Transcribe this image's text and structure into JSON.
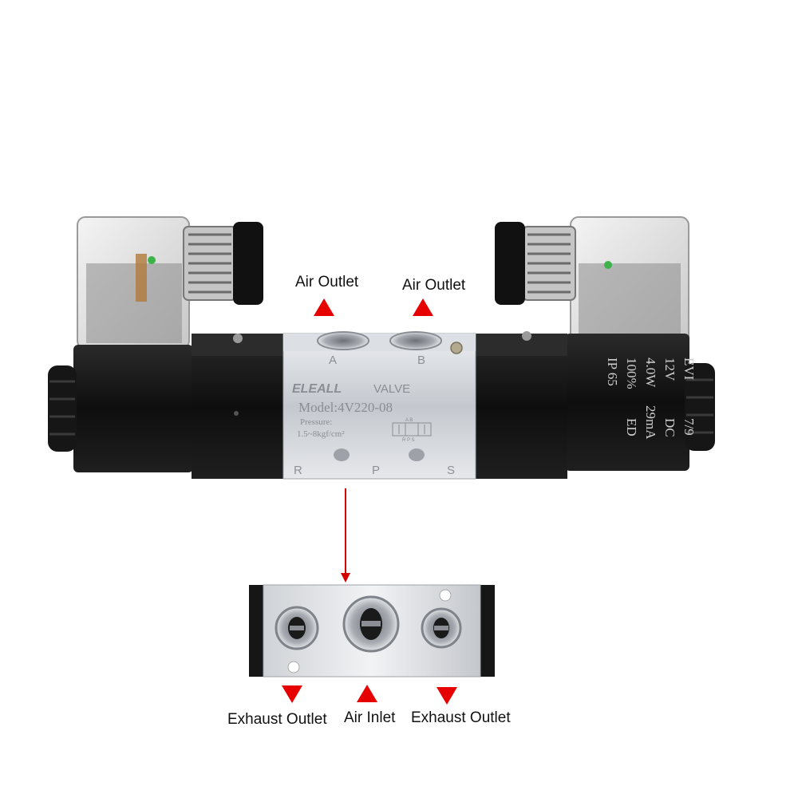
{
  "valve": {
    "brand": "ELEALL",
    "type_label": "VALVE",
    "model": "Model:4V220-08",
    "pressure_label": "Pressure:",
    "pressure_value": "1.5~8kgf/cm²",
    "symbol_ports_top": "A  B",
    "symbol_ports_bottom": "R P S",
    "port_a": "A",
    "port_b": "B",
    "port_r": "R",
    "port_p": "P",
    "port_s": "S"
  },
  "coil": {
    "col1": [
      "EVI",
      "12V",
      "4.0W",
      "100%",
      "IP 65"
    ],
    "col2": [
      "7/9",
      "DC",
      "29mA",
      "ED"
    ]
  },
  "labels": {
    "air_outlet_a": "Air Outlet",
    "air_outlet_b": "Air Outlet",
    "exhaust_left": "Exhaust Outlet",
    "air_inlet": "Air Inlet",
    "exhaust_right": "Exhaust Outlet"
  },
  "colors": {
    "arrow": "#e60000",
    "body_black": "#141414",
    "aluminum": "#c9ccd1"
  }
}
